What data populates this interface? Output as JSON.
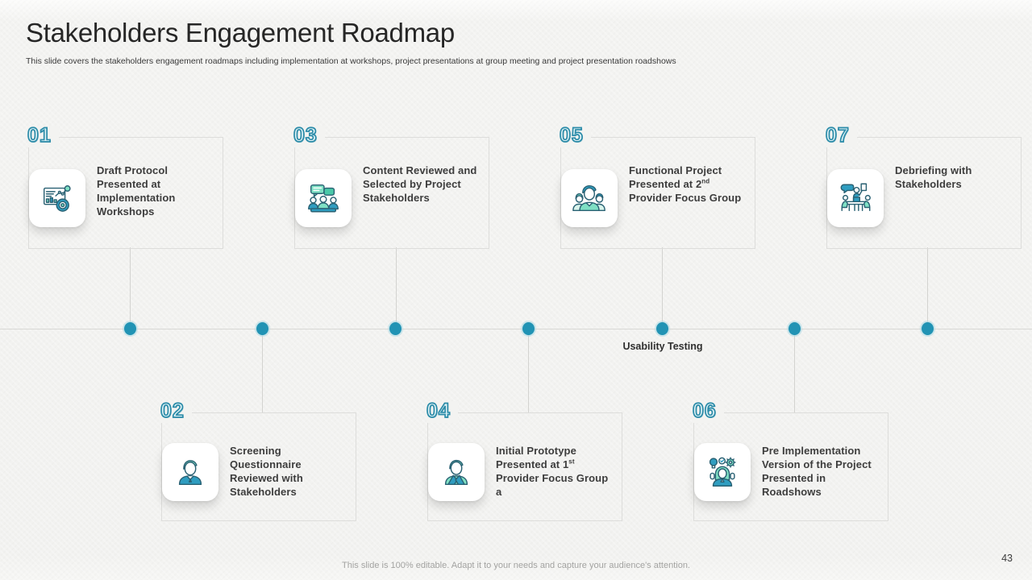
{
  "slide": {
    "title": "Stakeholders Engagement Roadmap",
    "subtitle": "This slide covers the stakeholders engagement roadmaps including implementation at workshops, project presentations at group meeting and  project presentation roadshows",
    "footer_note": "This slide is 100% editable. Adapt it to your needs and capture your audience's attention.",
    "page_number": "43"
  },
  "timeline": {
    "usability_label": "Usability Testing"
  },
  "colors": {
    "accent_teal": "#2193b4",
    "number_teal": "#2b8ba8",
    "icon_blue": "#2f9dc0",
    "icon_mint": "#7fe0c4",
    "connector_gray": "#d8d8d5"
  },
  "milestones": [
    {
      "number": "01",
      "label": "Draft Protocol Presented at Implementation Workshops",
      "icon": "chart-presentation-icon"
    },
    {
      "number": "02",
      "label": "Screening Questionnaire Reviewed with Stakeholders",
      "icon": "person-icon"
    },
    {
      "number": "03",
      "label": "Content Reviewed and Selected by Project Stakeholders",
      "icon": "group-discussion-icon"
    },
    {
      "number": "04",
      "label": "Initial Prototype Presented at 1st Provider Focus Group a",
      "icon": "person-jacket-icon"
    },
    {
      "number": "05",
      "label": "Functional Project Presented at 2nd Provider Focus Group",
      "icon": "team-icon"
    },
    {
      "number": "06",
      "label": "Pre Implementation Version of the Project Presented in Roadshows",
      "icon": "idea-person-icon"
    },
    {
      "number": "07",
      "label": "Debriefing with Stakeholders",
      "icon": "debrief-meeting-icon"
    }
  ]
}
